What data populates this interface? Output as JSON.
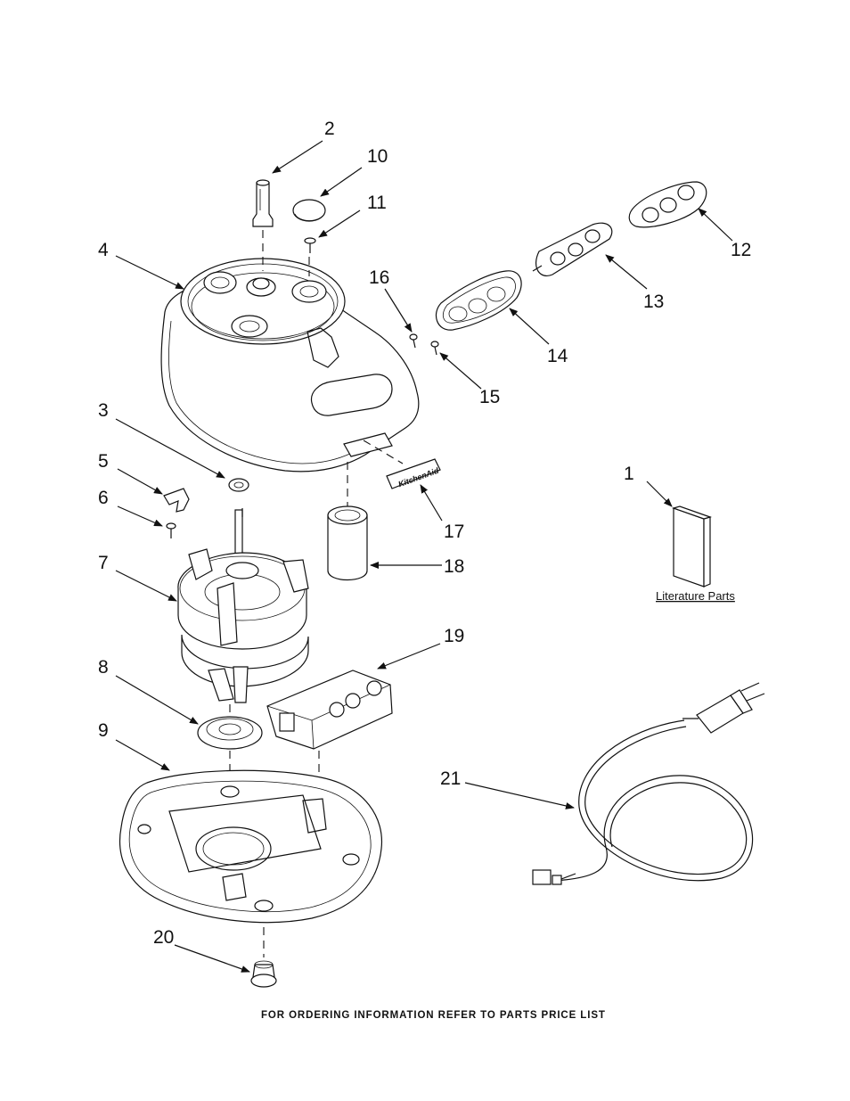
{
  "labels": {
    "p1": "1",
    "p2": "2",
    "p3": "3",
    "p4": "4",
    "p5": "5",
    "p6": "6",
    "p7": "7",
    "p8": "8",
    "p9": "9",
    "p10": "10",
    "p11": "11",
    "p12": "12",
    "p13": "13",
    "p14": "14",
    "p15": "15",
    "p16": "16",
    "p17": "17",
    "p18": "18",
    "p19": "19",
    "p20": "20",
    "p21": "21"
  },
  "literature_label": "Literature Parts",
  "footer": "FOR ORDERING INFORMATION REFER TO PARTS PRICE LIST",
  "badge_logo_text": "KitchenAid"
}
